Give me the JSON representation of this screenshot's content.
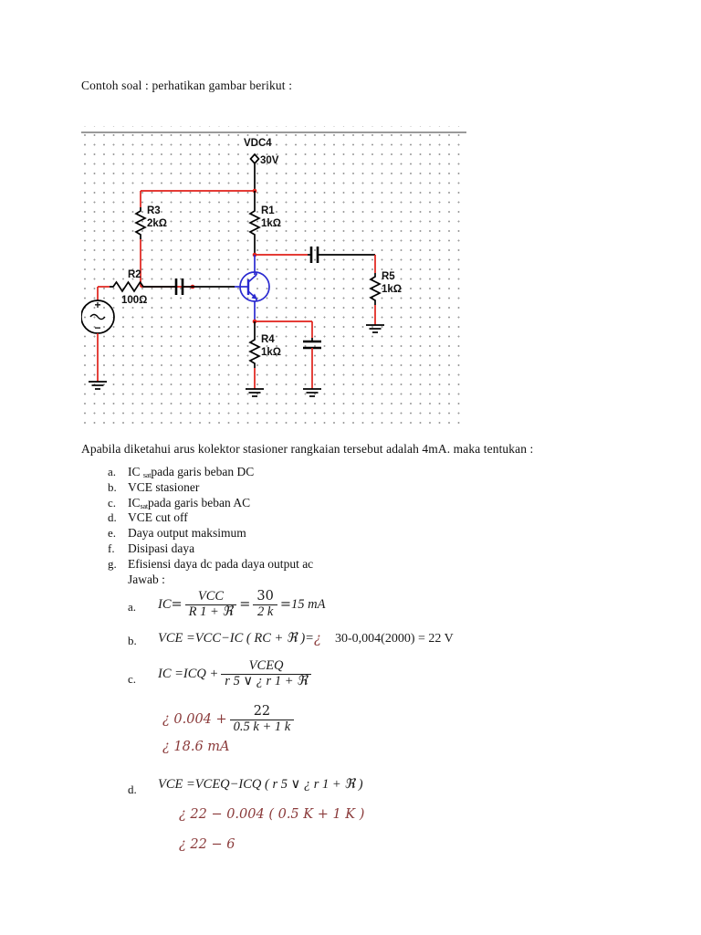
{
  "document": {
    "intro": "Contoh soal : perhatikan gambar berikut :",
    "question_paragraph": "Apabila diketahui arus kolektor stasioner rangkaian tersebut adalah 4mA. maka tentukan :",
    "jawab_label": "Jawab :"
  },
  "questions": [
    {
      "mark": "a.",
      "text_before": "IC ",
      "sub": "sat",
      "text_after": "pada garis beban DC"
    },
    {
      "mark": "b.",
      "text_before": "VCE stasioner",
      "sub": "",
      "text_after": ""
    },
    {
      "mark": "c.",
      "text_before": "IC",
      "sub": "sat",
      "text_after": "pada garis beban AC"
    },
    {
      "mark": "d.",
      "text_before": "VCE cut off",
      "sub": "",
      "text_after": ""
    },
    {
      "mark": "e.",
      "text_before": "Daya output maksimum",
      "sub": "",
      "text_after": ""
    },
    {
      "mark": "f.",
      "text_before": "Disipasi daya",
      "sub": "",
      "text_after": ""
    },
    {
      "mark": "g.",
      "text_before": "Efisiensi daya dc pada daya output ac",
      "sub": "",
      "text_after": ""
    }
  ],
  "circuit": {
    "source_name": "VDC4",
    "source_value": "30V",
    "components": [
      {
        "ref": "R3",
        "value": "2kΩ"
      },
      {
        "ref": "R1",
        "value": "1kΩ"
      },
      {
        "ref": "R2",
        "value": "100Ω"
      },
      {
        "ref": "R4",
        "value": "1kΩ"
      },
      {
        "ref": "R5",
        "value": "1kΩ"
      }
    ],
    "wire_color_supply": "#e0201a",
    "wire_color_signal": "#000000",
    "device_color": "#2a2ad0"
  },
  "answers": {
    "a": {
      "label": "a.",
      "lhs": "IC",
      "eq1": "=",
      "f1_num": "VCC",
      "f1_den": "R 1 + ℜ",
      "eq2": "=",
      "f2_num": "30",
      "f2_den": "2 k",
      "eq3": "=",
      "result": "15 mA"
    },
    "b": {
      "label": "b.",
      "expr": "VCE =VCC−IC ( RC + ℜ )=",
      "qmark": "¿",
      "numeric": "30-0,004(2000) = 22 V"
    },
    "c": {
      "label": "c.",
      "line1_lhs": "IC =ICQ +",
      "line1_num": "VCEQ",
      "line1_den": "r 5 ∨ ¿ r 1 + ℜ",
      "line2_lhs": "¿ 0.004 +",
      "line2_num": "22",
      "line2_den": "0.5 k + 1 k",
      "line3": "¿ 18.6 mA"
    },
    "d": {
      "label": "d.",
      "line1": "VCE =VCEQ−ICQ ( r 5 ∨ ¿ r 1 + ℜ )",
      "line2": "¿ 22 − 0.004 ( 0.5 K + 1 K )",
      "line3": "¿ 22 − 6"
    }
  }
}
